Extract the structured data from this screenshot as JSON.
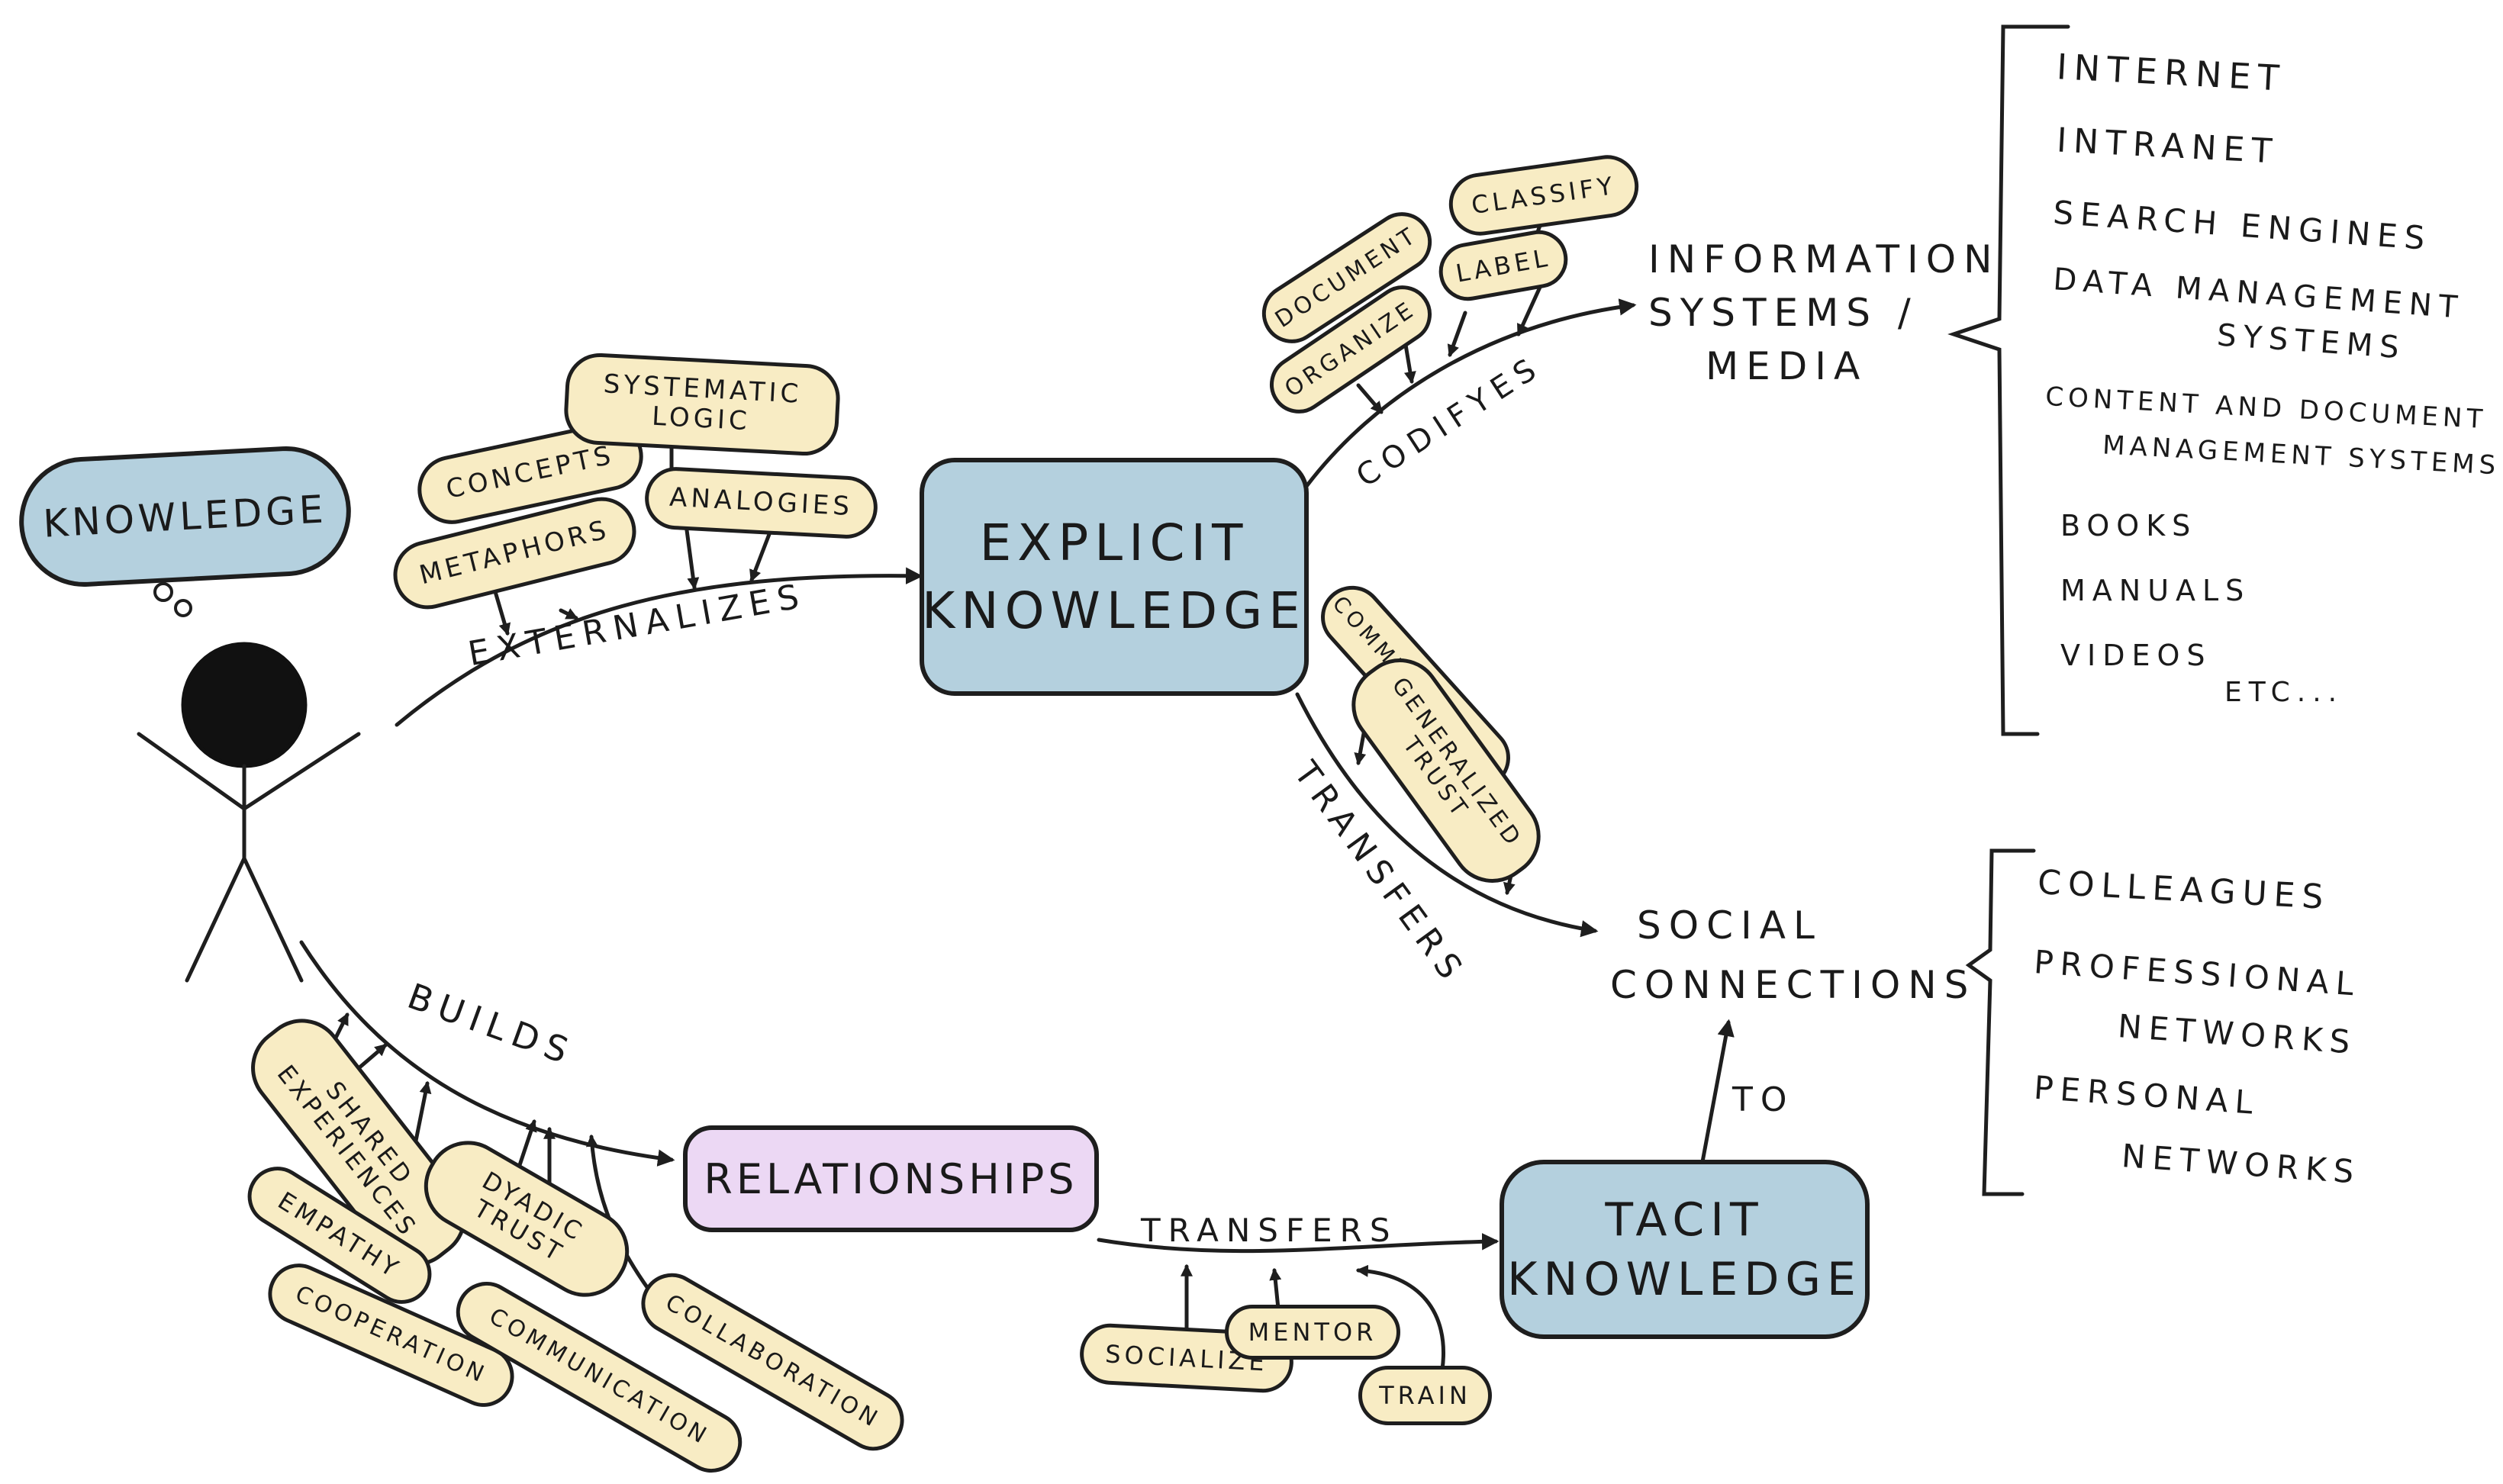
{
  "knowledge_bubble": "KNOWLEDGE",
  "explicit_knowledge": [
    "EXPLICIT",
    "KNOWLEDGE"
  ],
  "tacit_knowledge": [
    "TACIT",
    "KNOWLEDGE"
  ],
  "relationships": "RELATIONSHIPS",
  "information_systems": [
    "INFORMATION",
    "SYSTEMS /",
    "MEDIA"
  ],
  "social_connections": [
    "SOCIAL",
    "CONNECTIONS"
  ],
  "verbs": {
    "externalizes": "EXTERNALIZES",
    "codifyes": "CODIFYES",
    "transfers_social": "TRANSFERS",
    "builds": "BUILDS",
    "transfers_tacit": "TRANSFERS",
    "to": "TO"
  },
  "externalize_inputs": [
    "CONCEPTS",
    "METAPHORS",
    "SYSTEMATIC LOGIC",
    "ANALOGIES"
  ],
  "codify_inputs": [
    "DOCUMENT",
    "CLASSIFY",
    "ORGANIZE",
    "LABEL"
  ],
  "transfer_inputs": [
    "COMMUNICATION",
    "GENERALIZED TRUST"
  ],
  "build_inputs": [
    "SHARED EXPERIENCES",
    "EMPATHY",
    "COOPERATION",
    "DYADIC TRUST",
    "COMMUNICATION",
    "COLLABORATION"
  ],
  "tacit_transfer_inputs": [
    "SOCIALIZE",
    "MENTOR",
    "TRAIN"
  ],
  "information_examples": [
    "INTERNET",
    "INTRANET",
    "SEARCH ENGINES",
    "DATA MANAGEMENT",
    "SYSTEMS",
    "CONTENT AND DOCUMENT",
    "MANAGEMENT SYSTEMS",
    "BOOKS",
    "MANUALS",
    "VIDEOS",
    "ETC..."
  ],
  "social_examples": [
    "COLLEAGUES",
    "PROFESSIONAL",
    "NETWORKS",
    "PERSONAL",
    "NETWORKS"
  ],
  "colors": {
    "pill": "#f8ecc4",
    "blue_box": "#b4d0de",
    "purple_box": "#ecd8f4",
    "ink": "#1e1e1e"
  }
}
